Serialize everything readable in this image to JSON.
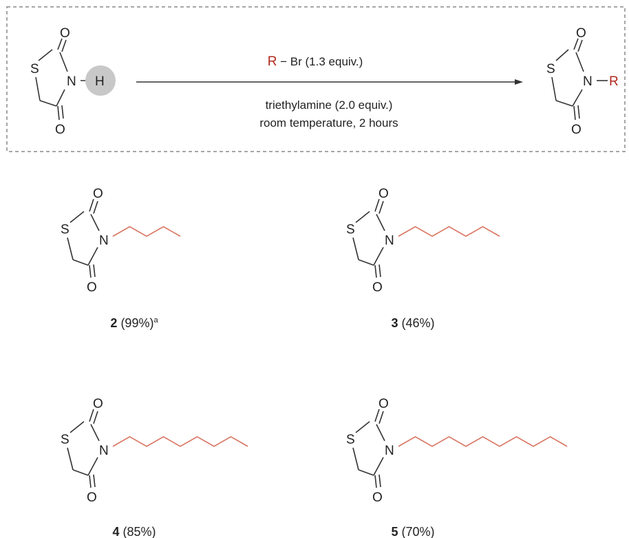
{
  "reaction": {
    "reagent_r": "R",
    "reagent_rest": "Br  (1.3 equiv.)",
    "conditions_line1": "triethylamine (2.0 equiv.)",
    "conditions_line2": "room temperature, 2 hours",
    "substrate_atoms": {
      "s": "S",
      "n": "N",
      "h": "H",
      "o_top": "O",
      "o_bottom": "O"
    },
    "product_atoms": {
      "s": "S",
      "n": "N",
      "r": "R",
      "o_top": "O",
      "o_bottom": "O"
    },
    "highlight_color": "#c8c8c8",
    "r_color": "#b3271c"
  },
  "compounds": [
    {
      "number": "2",
      "yield": " (99%)",
      "note": "a",
      "chain_carbons": 4
    },
    {
      "number": "3",
      "yield": " (46%)",
      "note": "",
      "chain_carbons": 6
    },
    {
      "number": "4",
      "yield": " (85%)",
      "note": "",
      "chain_carbons": 8
    },
    {
      "number": "5",
      "yield": " (70%)",
      "note": "",
      "chain_carbons": 10
    }
  ],
  "atoms": {
    "s": "S",
    "n": "N",
    "o": "O"
  },
  "chain_color": "#d9735f",
  "border_color": "#888888"
}
